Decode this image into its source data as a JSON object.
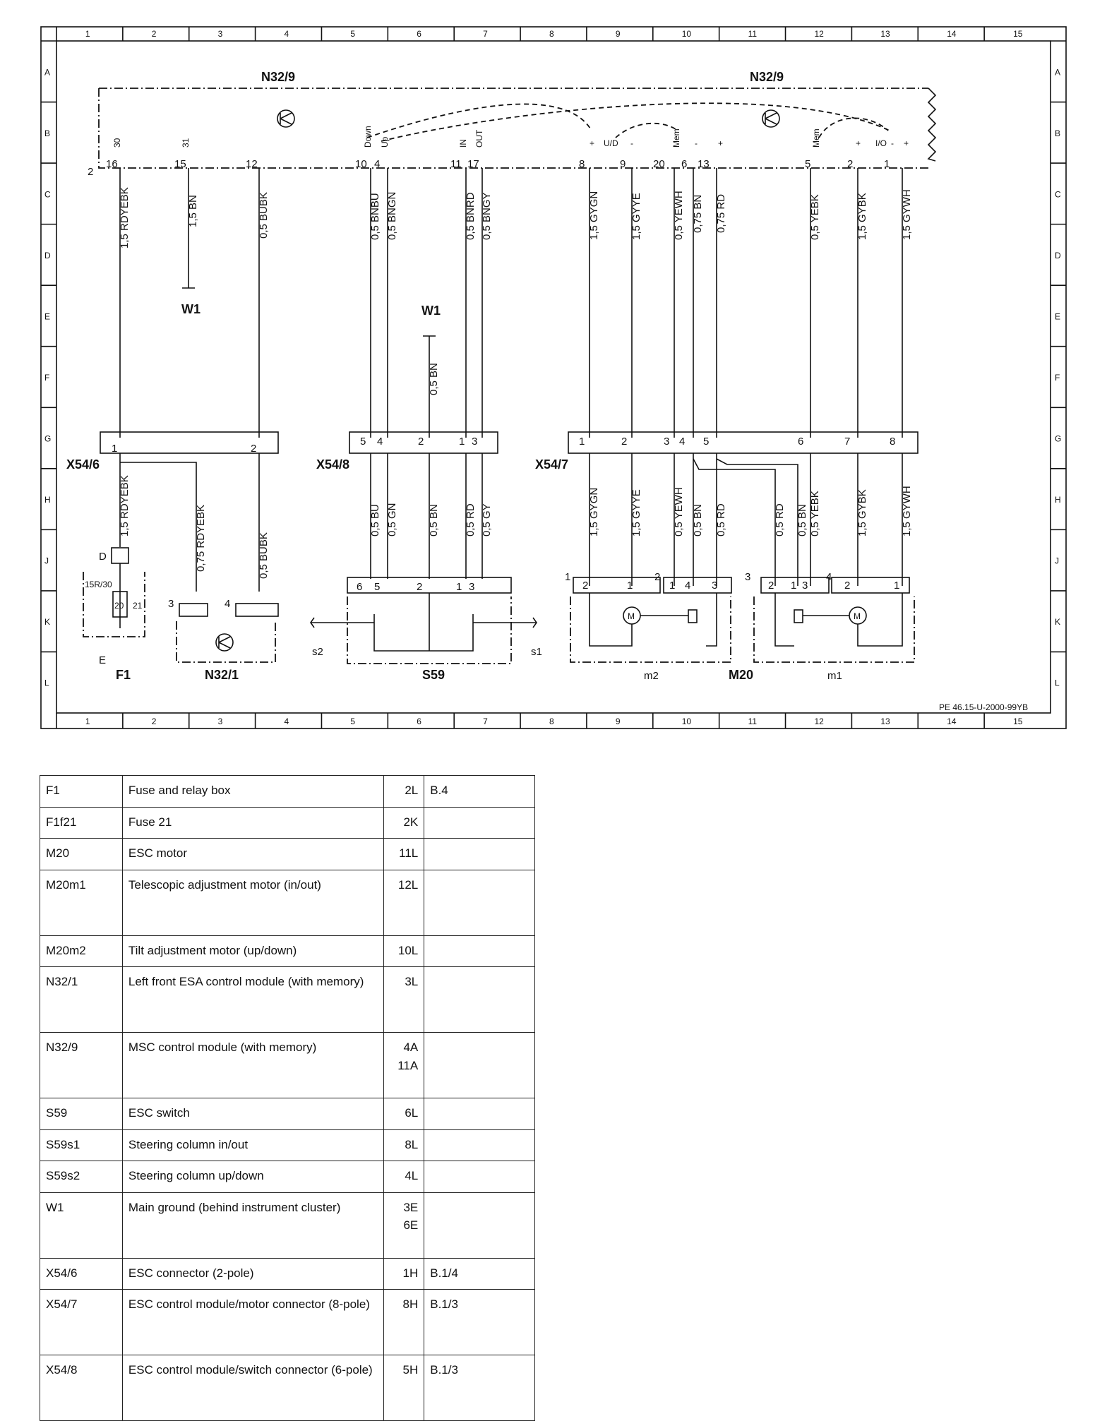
{
  "diagram": {
    "code": "PE 46.15-U-2000-99YB",
    "grid_columns": [
      "1",
      "2",
      "3",
      "4",
      "5",
      "6",
      "7",
      "8",
      "9",
      "10",
      "11",
      "12",
      "13",
      "14",
      "15"
    ],
    "grid_rows": [
      "A",
      "B",
      "C",
      "D",
      "E",
      "F",
      "G",
      "H",
      "J",
      "K",
      "L"
    ],
    "components": {
      "n32_9": "N32/9",
      "n32_1": "N32/1",
      "s59": "S59",
      "f1": "F1",
      "m20": "M20",
      "m1": "m1",
      "m2": "m2",
      "s1": "s1",
      "s2": "s2",
      "x54_6": "X54/6",
      "x54_8": "X54/8",
      "x54_7": "X54/7",
      "w1": "W1",
      "d": "D",
      "e": "E",
      "f1_fuse_num": "20",
      "f1_fuse_label": "21",
      "f1_terminal": "15R/30",
      "module_num": "2"
    },
    "pins_n32_9": [
      "16",
      "15",
      "12",
      "10",
      "4",
      "11",
      "17",
      "8",
      "9",
      "20",
      "6",
      "13",
      "5",
      "2",
      "1"
    ],
    "pin_labels_n32_9": [
      "30",
      "31",
      "Down",
      "Up",
      "IN",
      "OUT",
      "+",
      "U/D",
      "-",
      "Mem",
      "-",
      "+",
      "Mem",
      "+",
      "I/O",
      "-",
      "+"
    ],
    "wires_top": [
      "1,5 RDYEBK",
      "1,5 BN",
      "0,5 BUBK",
      "0,5 BNBU",
      "0,5 BNGN",
      "0,5 BNRD",
      "0,5 BNGY",
      "1,5 GYGN",
      "1,5 GYYE",
      "0,5 YEWH",
      "0,75 BN",
      "0,75 RD",
      "0,5 YEBK",
      "1,5 GYBK",
      "1,5 GYWH"
    ],
    "wire_w1_right": "0,5 BN",
    "pins_x54_6": [
      "1",
      "2"
    ],
    "pins_x54_8": [
      "5",
      "4",
      "2",
      "1",
      "3"
    ],
    "pins_x54_7": [
      "1",
      "2",
      "3",
      "4",
      "5",
      "6",
      "7",
      "8"
    ],
    "wires_bottom": [
      "1,5 RDYEBK",
      "0,75 RDYEBK",
      "0,5 BUBK",
      "0,5 BU",
      "0,5 GN",
      "0,5 BN",
      "0,5 RD",
      "0,5 GY",
      "1,5 GYGN",
      "1,5 GYYE",
      "0,5 YEWH",
      "0,5 BN",
      "0,5 RD",
      "0,5 RD",
      "0,5 BN",
      "0,5 YEBK",
      "1,5 GYBK",
      "1,5 GYWH"
    ],
    "pins_n32_1": [
      "3",
      "4"
    ],
    "pins_s59": [
      "6",
      "5",
      "2",
      "1",
      "3"
    ],
    "pins_m2": [
      "2",
      "1",
      "1",
      "4",
      "3"
    ],
    "pins_m1": [
      "2",
      "1",
      "3",
      "2",
      "1"
    ],
    "pin_groups_m20": [
      "1",
      "2",
      "3",
      "4"
    ]
  },
  "legend": {
    "rows": [
      {
        "code": "F1",
        "desc": "Fuse and relay box",
        "loc": "2L",
        "ref": "B.4"
      },
      {
        "code": "F1f21",
        "desc": "Fuse 21",
        "loc": "2K",
        "ref": ""
      },
      {
        "code": "M20",
        "desc": "ESC motor",
        "loc": "11L",
        "ref": ""
      },
      {
        "code": "M20m1",
        "desc": "Telescopic adjustment motor (in/out)",
        "loc": "12L",
        "ref": ""
      },
      {
        "code": "M20m2",
        "desc": "Tilt adjustment motor (up/down)",
        "loc": "10L",
        "ref": ""
      },
      {
        "code": "N32/1",
        "desc": "Left front ESA control module (with memory)",
        "loc": "3L",
        "ref": ""
      },
      {
        "code": "N32/9",
        "desc": "MSC control module (with memory)",
        "loc": "4A\n11A",
        "ref": ""
      },
      {
        "code": "S59",
        "desc": "ESC switch",
        "loc": "6L",
        "ref": ""
      },
      {
        "code": "S59s1",
        "desc": "Steering column in/out",
        "loc": "8L",
        "ref": ""
      },
      {
        "code": "S59s2",
        "desc": "Steering column up/down",
        "loc": "4L",
        "ref": ""
      },
      {
        "code": "W1",
        "desc": "Main ground (behind instrument cluster)",
        "loc": "3E\n6E",
        "ref": ""
      },
      {
        "code": "X54/6",
        "desc": "ESC connector (2-pole)",
        "loc": "1H",
        "ref": "B.1/4"
      },
      {
        "code": "X54/7",
        "desc": "ESC control module/motor connector (8-pole)",
        "loc": "8H",
        "ref": "B.1/3"
      },
      {
        "code": "X54/8",
        "desc": "ESC control module/switch connector (6-pole)",
        "loc": "5H",
        "ref": "B.1/3"
      }
    ]
  }
}
